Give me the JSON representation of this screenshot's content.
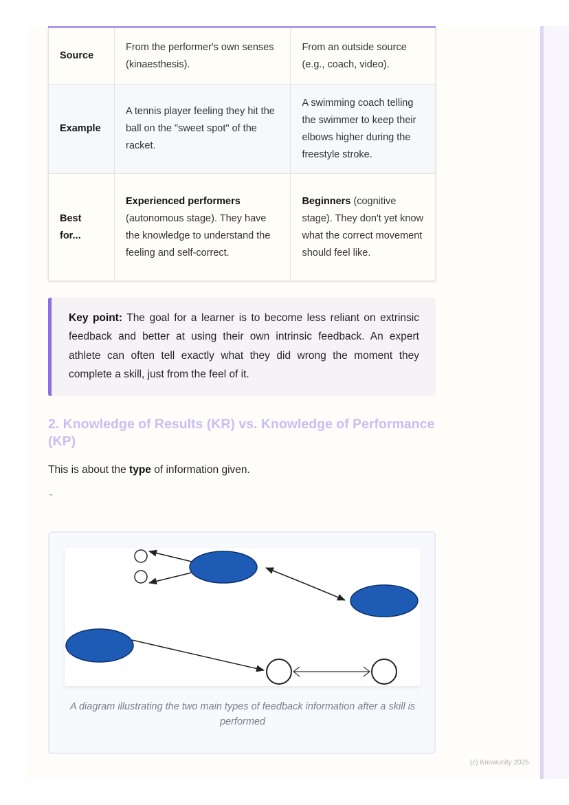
{
  "table": {
    "rows": [
      {
        "label": "Source",
        "intrinsic": "From the performer's own senses (kinaesthesis).",
        "extrinsic": "From an outside source (e.g., coach, video)."
      },
      {
        "label": "Example",
        "intrinsic": "A tennis player feeling they hit the ball on the \"sweet spot\" of the racket.",
        "extrinsic": "A swimming coach telling the swimmer to keep their elbows higher during the freestyle stroke."
      },
      {
        "label": "Best for...",
        "intrinsic_bold": "Experienced performers",
        "intrinsic_rest": " (autonomous stage). They have the knowledge to understand the feeling and self-correct.",
        "extrinsic_bold": "Beginners",
        "extrinsic_rest": " (cognitive stage). They don't yet know what the correct movement should feel like."
      }
    ]
  },
  "key_point": {
    "label": "Key point:",
    "text": " The goal for a learner is to become less reliant on extrinsic feedback and better at using their own intrinsic feedback. An expert athlete can often tell exactly what they did wrong the moment they complete a skill, just from the feel of it."
  },
  "section": {
    "heading": "2. Knowledge of Results (KR) vs. Knowledge of Performance (KP)",
    "intro_before": "This is about the ",
    "intro_bold": "type",
    "intro_after": " of information given.",
    "stray_mark": "`"
  },
  "figure": {
    "caption": "A diagram illustrating the two main types of feedback information after a skill is performed",
    "colors": {
      "ellipse": "#1d5bb5",
      "ellipse_stroke": "#0d2f6b",
      "line": "#222222"
    }
  },
  "footer": {
    "copyright": "(c) Knowunity 2025"
  }
}
